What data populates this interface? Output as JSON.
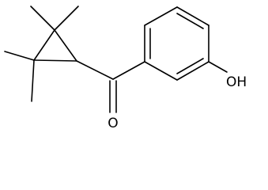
{
  "molecule": {
    "atoms": [
      {
        "id": "ketone-oxygen",
        "label": "O"
      },
      {
        "id": "hydroxyl",
        "label": "OH"
      }
    ],
    "colors": {
      "bond": "#000000",
      "background": "#ffffff"
    }
  }
}
